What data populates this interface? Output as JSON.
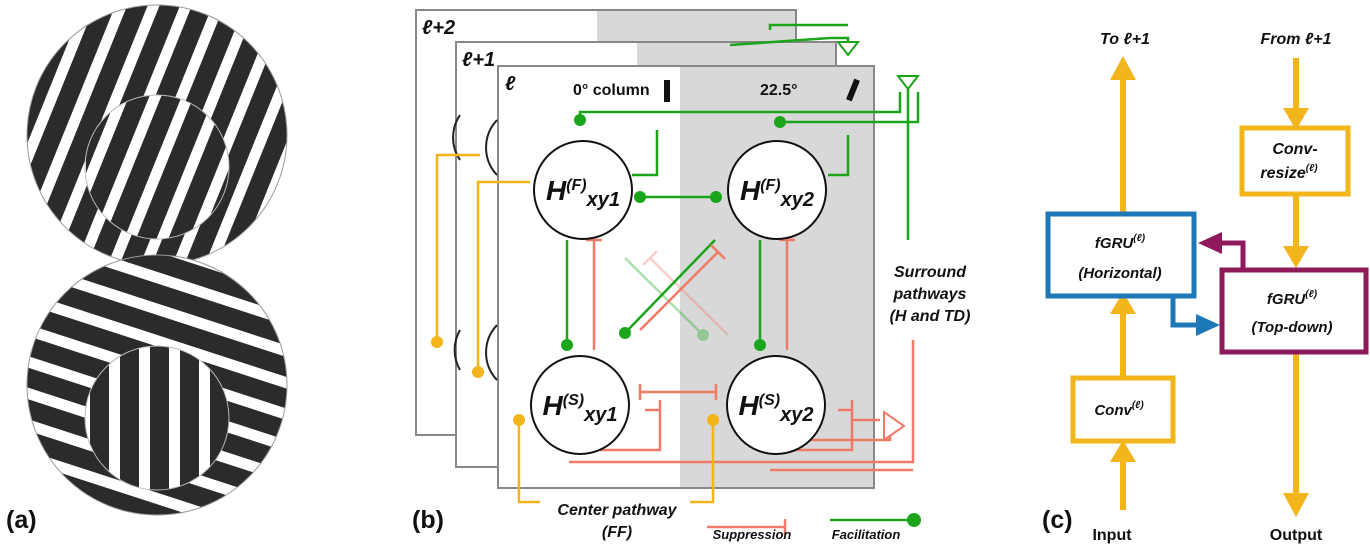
{
  "panel_a": {
    "label": "(a)"
  },
  "panel_b": {
    "label": "(b)",
    "layers": [
      "ℓ+2",
      "ℓ+1",
      "ℓ"
    ],
    "column_0_label": "0° column",
    "column_1_label": "22.5°",
    "nodes": {
      "hf1": {
        "sym": "H",
        "sup": "(F)",
        "sub": "xy1"
      },
      "hf2": {
        "sym": "H",
        "sup": "(F)",
        "sub": "xy2"
      },
      "hs1": {
        "sym": "H",
        "sup": "(S)",
        "sub": "xy1"
      },
      "hs2": {
        "sym": "H",
        "sup": "(S)",
        "sub": "xy2"
      }
    },
    "surround_label": [
      "Surround",
      "pathways",
      "(H and TD)"
    ],
    "center_label": [
      "Center pathway",
      "(FF)"
    ],
    "legend": {
      "suppression": "Suppression",
      "facilitation": "Facilitation"
    }
  },
  "panel_c": {
    "label": "(c)",
    "to_label": "To ℓ+1",
    "from_label": "From ℓ+1",
    "conv_resize": [
      "Conv-",
      "resize",
      "(ℓ)"
    ],
    "fgru_h": [
      "fGRU",
      "(ℓ)",
      "(Horizontal)"
    ],
    "fgru_td": [
      "fGRU",
      "(ℓ)",
      "(Top-down)"
    ],
    "conv": [
      "Conv",
      "(ℓ)"
    ],
    "input_label": "Input",
    "output_label": "Output"
  },
  "colors": {
    "stripe": "#2b2b2b",
    "green": "#1aa51a",
    "orange": "#f2b51c",
    "red": "#f07a68",
    "blue": "#1d78b8",
    "purple": "#8e1a5c",
    "gray_shade": "#d8d8d8"
  }
}
